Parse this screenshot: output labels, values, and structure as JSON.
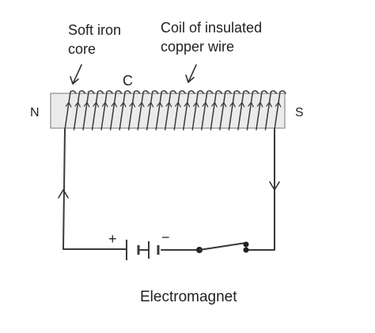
{
  "labels": {
    "core_line1": "Soft iron",
    "core_line2": "core",
    "coil_line1": "Coil of insulated",
    "coil_line2": "copper wire",
    "core_letter": "C",
    "north_pole": "N",
    "south_pole": "S",
    "plus_sign": "+",
    "minus_sign": "−",
    "caption": "Electromagnet"
  },
  "coil": {
    "turns": 24
  },
  "colors": {
    "wire": "#3a3a3a",
    "core_fill": "#ebebeb",
    "core_edge": "#8c8c8c",
    "text": "#222222"
  }
}
